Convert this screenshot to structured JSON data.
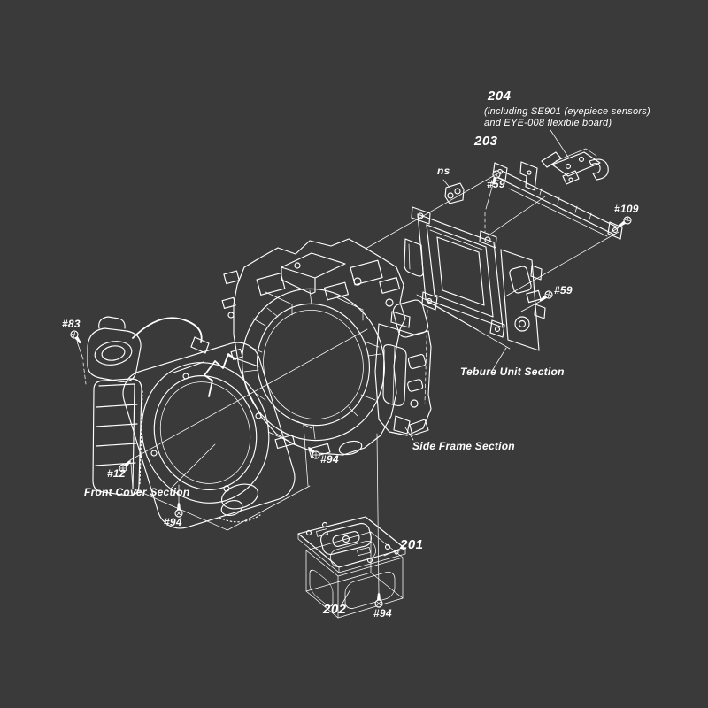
{
  "canvas": {
    "background_color": "#3a3a3a",
    "line_color": "#ffffff",
    "text_color": "#ffffff"
  },
  "diagram": {
    "assemblies": {
      "l204": "204",
      "l204_note1": "(including SE901 (eyepiece sensors)",
      "l204_note2": "and EYE-008 flexible board)",
      "l203": "203",
      "l201": "201",
      "l202": "202"
    },
    "parts": {
      "ns": "ns",
      "s59_top": "#59",
      "s59_right": "#59",
      "s109": "#109",
      "s83": "#83",
      "s12": "#12",
      "s94_mid": "#94",
      "s94_bottom_left": "#94",
      "s94_bottom": "#94"
    },
    "sections": {
      "tebure": "Tebure Unit Section",
      "side_frame": "Side Frame Section",
      "front_cover": "Front Cover Section"
    }
  }
}
